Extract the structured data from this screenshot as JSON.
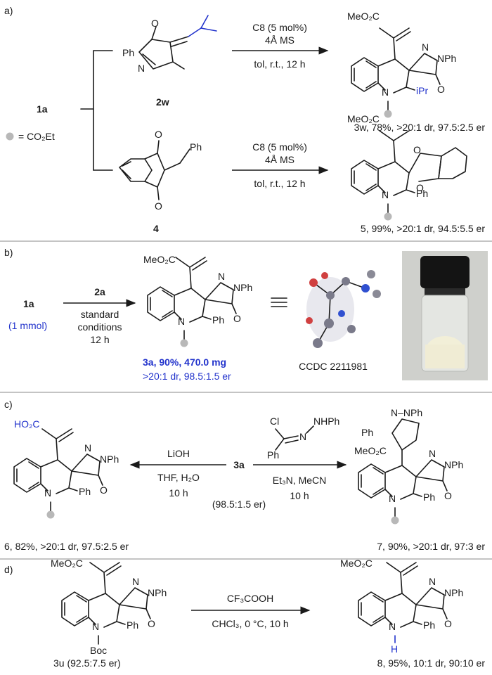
{
  "panels": {
    "a": "a)",
    "b": "b)",
    "c": "c)",
    "d": "d)"
  },
  "labels": {
    "cmpd_1a": "1a",
    "cmpd_2w": "2w",
    "cmpd_4": "4",
    "cmpd_2a": "2a",
    "cmpd_3a": "3a",
    "scale": "(1 mmol)",
    "er_start": "(98.5:1.5 er)",
    "legend": "= CO₂Et"
  },
  "conditions": {
    "a1": [
      "C8 (5 mol%)",
      "4Å MS",
      "tol, r.t., 12 h"
    ],
    "a2": [
      "C8 (5 mol%)",
      "4Å MS",
      "tol, r.t., 12 h"
    ],
    "b": [
      "standard",
      "conditions",
      "12 h"
    ],
    "c_left": [
      "LiOH",
      "THF, H₂O",
      "10 h"
    ],
    "c_right": [
      "Et₃N, MeCN",
      "10 h"
    ],
    "d": [
      "CF₃COOH",
      "CHCl₃, 0 °C, 10 h"
    ]
  },
  "results": {
    "r3w": "3w, 78%, >20:1 dr, 97.5:2.5 er",
    "r5": "5, 99%, >20:1 dr, 94.5:5.5 er",
    "r3a_1": "3a,  90%, 470.0 mg",
    "r3a_2": ">20:1 dr, 98.5:1.5 er",
    "ccdc": "CCDC 2211981",
    "r6": "6, 82%, >20:1 dr, 97.5:2.5 er",
    "r7": "7, 90%, >20:1 dr, 97:3 er",
    "r3u": "3u (92.5:7.5 er)",
    "r8": "8, 95%, 10:1 dr, 90:10 er"
  },
  "atoms": {
    "meo2c": "MeO₂C",
    "ho2c": "HO₂C",
    "n": "N",
    "nph": "NPh",
    "ph": "Ph",
    "ipr": "iPr",
    "o": "O",
    "h": "H",
    "boc": "Boc",
    "cl": "Cl",
    "nhph": "NHPh",
    "nnph": "N–NPh"
  },
  "colors": {
    "accent": "#2233cc",
    "separator": "#8a8a8a",
    "ester_dot": "#b8b8b8"
  }
}
